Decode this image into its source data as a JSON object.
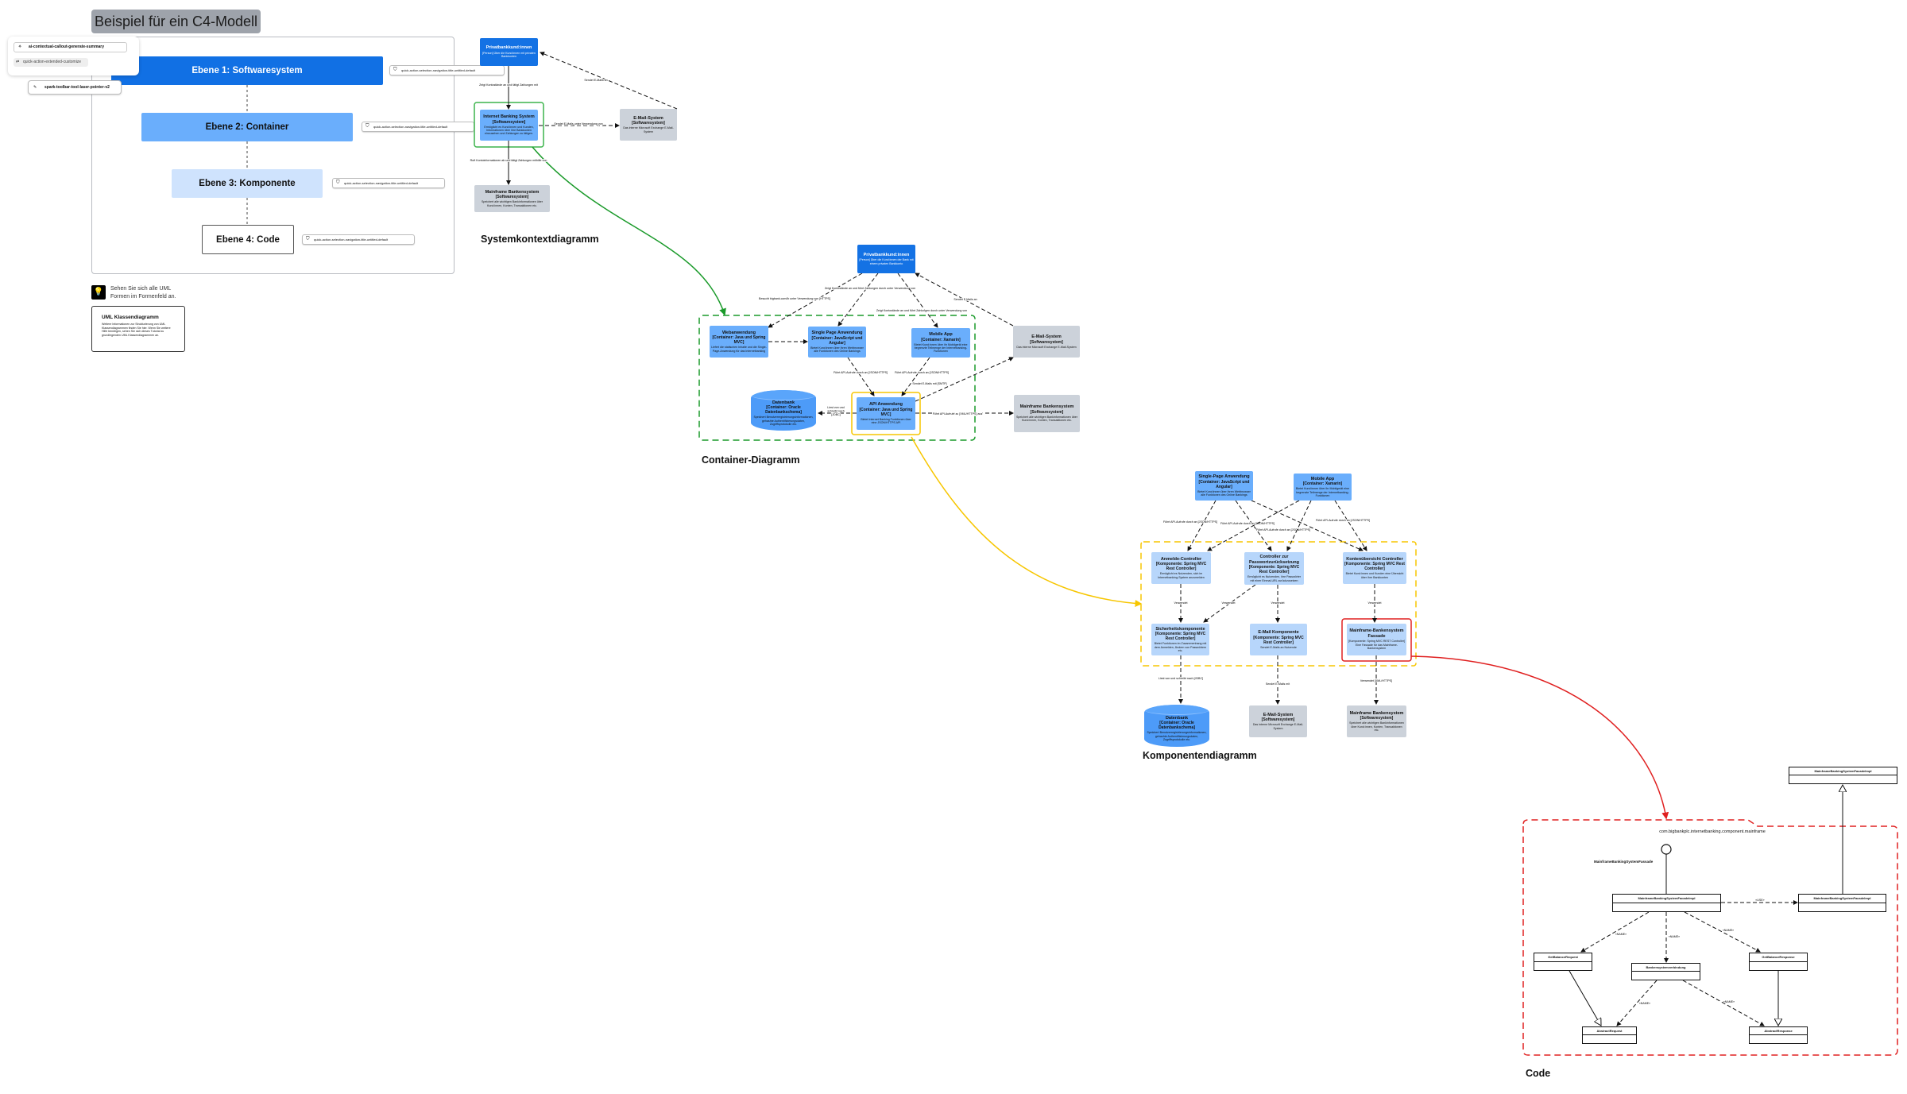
{
  "title": "Beispiel für ein C4-Modell",
  "menu": {
    "summary": "ai-contextual-callout-generate-summary",
    "customize": "quick-action-extended-customize",
    "laser": "spark-toolbar-tool-laser-pointer-v2"
  },
  "levels": [
    "Ebene 1: Softwaresystem",
    "Ebene 2: Container",
    "Ebene 3: Komponente",
    "Ebene 4: Code"
  ],
  "badge": "quick-action-selection-navigation-title-untitled-default",
  "hint": "Sehen Sie sich alle UML Formen im Formenfeld an.",
  "uml_card": {
    "title": "UML Klassendiagramm",
    "text": "Weitere Informationen zur Strukturierung von UML Klassendiagrammen finden Sie hier. Wenn Sie weitere Hilfe benötigen, sehen Sie sich dieses Tutorial zu grundlegenden UML Klassendiagrammen an."
  },
  "diagram_titles": {
    "context": "Systemkontextdiagramm",
    "container": "Container-Diagramm",
    "component": "Komponentendiagramm",
    "code": "Code"
  },
  "boxes": {
    "ctx_person": {
      "t": "Privatbankkund:innen",
      "s": "",
      "d": "[Person] Über die Kund:innen mit privaten Bankkonten"
    },
    "ctx_ibs": {
      "t": "Internet Banking System",
      "s": "[Softwaresystem]",
      "d": "Ermöglicht es Kund:innen und Kunden, Informationen über ihre Bankkonten einzusehen und Zahlungen zu tätigen."
    },
    "ctx_email": {
      "t": "E-Mail-System",
      "s": "[Softwaresystem]",
      "d": "Das interne Microsoft Exchange E-Mail-System"
    },
    "ctx_mainframe": {
      "t": "Mainframe Bankensystem",
      "s": "[Softwaresystem]",
      "d": "Speichert alle wichtigen Bankinformationen über Kund:innen, Konten, Transaktionen etc."
    },
    "con_person": {
      "t": "Privatbankkund:innen",
      "s": "",
      "d": "[Person] Über die Kund:innen der Bank mit einem privaten Bankkonto"
    },
    "con_web": {
      "t": "Webanwendung",
      "s": "[Container: Java und Spring MVC]",
      "d": "Liefert die statischen Inhalte und die Single-Page-Anwendung für das Internetbanking"
    },
    "con_spa": {
      "t": "Single Page Anwendung",
      "s": "[Container: JavaScript und Angular]",
      "d": "Bietet Kund:innen über ihren Webbrowser alle Funktionen des Online Bankings"
    },
    "con_mobile": {
      "t": "Mobile App",
      "s": "[Container: Xamarin]",
      "d": "Bietet Kund:innen über ihr Mobilgerät eine begrenzte Teilmenge der Internetbanking-Funktionen"
    },
    "con_email": {
      "t": "E-Mail-System",
      "s": "[Softwaresystem]",
      "d": "Das interne Microsoft Exchange E-Mail-System"
    },
    "con_db": {
      "t": "Datenbank",
      "s": "[Container: Oracle Datenbankschema]",
      "d": "Speichert Benutzerregistrierungsinformationen, gehashte Authentifizierungsdaten, Zugriffsprotokolle etc."
    },
    "con_api": {
      "t": "API Anwendung",
      "s": "[Container: Java und Spring MVC]",
      "d": "Bietet Internet Banking Funktionen über eine JSON/HTTPS API"
    },
    "con_mainframe": {
      "t": "Mainframe Bankensystem",
      "s": "[Softwaresystem]",
      "d": "Speichert alle wichtigen Bankinformationen über Kund:innen, Konten, Transaktionen etc."
    },
    "cmp_spa": {
      "t": "Single-Page Anwendung",
      "s": "[Container: JavaScript und Angular]",
      "d": "Bietet Kund:innen über ihren Webbrowser alle Funktionen des Online Bankings"
    },
    "cmp_mobile": {
      "t": "Mobile App",
      "s": "[Container: Xamarin]",
      "d": "Bietet Kund:innen über ihr Mobilgerät eine begrenzte Teilmenge der Internetbanking-Funktionen"
    },
    "cmp_anmelde": {
      "t": "Anmelde-Controller",
      "s": "[Komponente: Spring MVC Rest Controller]",
      "d": "Ermöglicht es Nutzenden, sich im Internetbanking-System anzumelden"
    },
    "cmp_pw": {
      "t": "Controller zur Passwortzurücksetzung",
      "s": "[Komponente: Spring MVC Rest Controller]",
      "d": "Ermöglicht es Nutzenden, ihre Passwörter mit einer Einmal-URL zurückzusetzen"
    },
    "cmp_konto": {
      "t": "Kontenübersicht Controller",
      "s": "[Komponente: Spring MVC Rest Controller]",
      "d": "Bietet Kund:innen und Kunden eine Übersicht über ihre Bankkonten"
    },
    "cmp_sicher": {
      "t": "Sicherheitskomponente",
      "s": "[Komponente: Spring MVC Rest Controller]",
      "d": "Bietet Funktionen im Zusammenhang mit dem Anmelden, Ändern von Passwörtern etc."
    },
    "cmp_emailk": {
      "t": "E-Mail Komponente",
      "s": "[Komponente: Spring MVC Rest Controller]",
      "d": "Sendet E-Mails an Nutzende"
    },
    "cmp_fassade": {
      "t": "Mainframe-Bankensystem Fassade",
      "s": "",
      "d": "[Komponente: Spring MVC REST Controller] Eine Fassade für das Mainframe-Bankensystem"
    },
    "cmp_db": {
      "t": "Datenbank",
      "s": "[Container: Oracle Datenbankschema]",
      "d": "Speichert Benutzerregistrierungsinformationen, gehashte Authentifizierungsdaten, Zugriffsprotokolle etc."
    },
    "cmp_email": {
      "t": "E-Mail-System",
      "s": "[Softwaresystem]",
      "d": "Das interne Microsoft Exchange E-Mail-System"
    },
    "cmp_mainframe": {
      "t": "Mainframe Bankensystem",
      "s": "[Softwaresystem]",
      "d": "Speichert alle wichtigen Bankinformationen über Kund:innen, Konten, Transaktionen etc."
    }
  },
  "edge_labels": {
    "ctx_uses": "Zeigt Kontostände an und tätigt Zahlungen mit",
    "ctx_sends": "Sendet E-Mails an",
    "ctx_email": "Sendet E-Mails unter Verwendung von",
    "ctx_mf": "Ruft Kontoinformationen ab und tätigt Zahlungen mithilfe von",
    "con_visit": "Besucht bigbank.com/ib unter Verwendung von [HTTPS]",
    "con_view": "Zeigt Kontostände an und führt Zahlungen durch unter Verwendung von",
    "con_sends": "Sendet E-Mails an",
    "api_call": "Führt API-Aufrufe durch an [JSON/HTTPS]",
    "smtp": "Sendet E-Mails mit [SMTP]",
    "jdbc": "Liest von und schreibt nach [JDBC]",
    "xml": "Führt API-Aufrufe zu [XML/HTTPS] aus",
    "uses": "Verwendet",
    "sendmail": "Sendet E-Mails mit",
    "uses_xml": "Verwendet [XML/HTTPS]"
  },
  "code": {
    "package": "com.bigbankplc.internetbanking.component.mainframe",
    "interface": "MainframeBankingSystemFassade",
    "classes": {
      "facade": "MainframeBankingSystemFacadeImpl",
      "facade_right": "MainframeBankingSystemFacadeImpl",
      "facade_top": "MainframeBankingSystemFacadeImpl",
      "req": "GetBalanceRequest",
      "conn": "Bankensystemverbindung",
      "resp": "GetBalanceResponse",
      "absreq": "AbstractRequest",
      "absresp": "AbstractResponse"
    },
    "stereo_name": "«NAME»",
    "stereo_use": "«USE»"
  },
  "colors": {
    "ebene1": "#1170e4",
    "ebene2": "#6aaefc",
    "ebene3": "#cfe3fd",
    "green": "#1a9a2a",
    "yellow": "#f7c600",
    "red": "#e02020"
  }
}
